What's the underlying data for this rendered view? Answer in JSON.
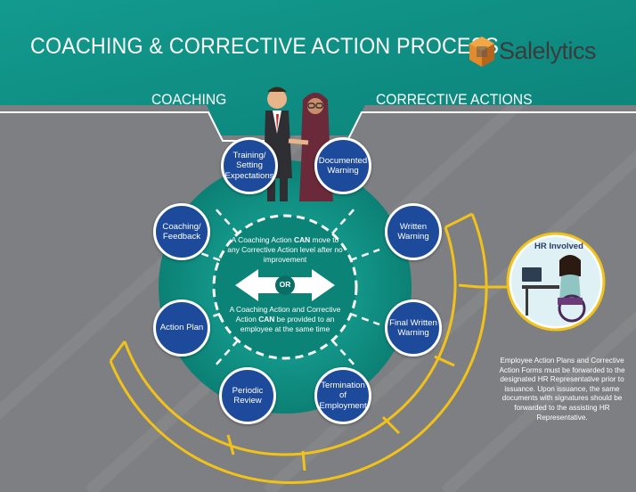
{
  "title": "COACHING & CORRECTIVE ACTION PROCESS",
  "brand": {
    "name": "Salelytics"
  },
  "sections": {
    "left": "COACHING",
    "right": "CORRECTIVE ACTIONS"
  },
  "nodes": [
    {
      "id": "training",
      "label": "Training/ Setting Expectations",
      "group": "coaching"
    },
    {
      "id": "coaching-feedback",
      "label": "Coaching/ Feedback",
      "group": "coaching"
    },
    {
      "id": "action-plan",
      "label": "Action Plan",
      "group": "coaching"
    },
    {
      "id": "periodic-review",
      "label": "Periodic Review",
      "group": "coaching"
    },
    {
      "id": "documented-warning",
      "label": "Documented Warning",
      "group": "corrective"
    },
    {
      "id": "written-warning",
      "label": "Written Warning",
      "group": "corrective"
    },
    {
      "id": "final-written-warning",
      "label": "Final Written Warning",
      "group": "corrective"
    },
    {
      "id": "termination",
      "label": "Termination of Employment",
      "group": "corrective"
    }
  ],
  "center": {
    "top_text_1": "A Coaching Action ",
    "top_can": "CAN",
    "top_text_2": " move to any Corrective Action level after no improvement",
    "or_label": "OR",
    "bottom_text_1": "A Coaching Action and Corrective Action ",
    "bottom_can": "CAN",
    "bottom_text_2": " be provided to an employee at the same time"
  },
  "hr": {
    "title": "HR Involved",
    "note": "Employee Action Plans and Corrective Action Forms must be forwarded to the designated HR Representative prior to issuance. Upon issuance, the same documents with signatures should be forwarded to  the assisting HR Representative."
  },
  "colors": {
    "teal": "#15958a",
    "teal_dark": "#0b7b72",
    "node_blue": "#1e4a9b",
    "gray_bg": "#7d7f82",
    "gold": "#f2c21b"
  }
}
